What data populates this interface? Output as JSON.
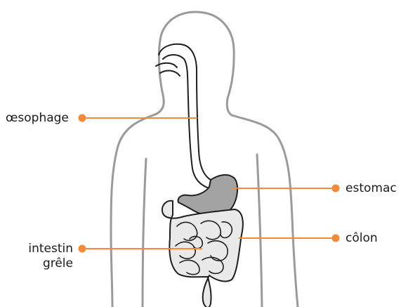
{
  "labels": {
    "oesophage": "œsophage",
    "estomac": "estomac",
    "colon": "côlon",
    "intestin_line1": "intestin",
    "intestin_line2": "grêle"
  },
  "colors": {
    "body_outline": "#9a9a9a",
    "organ_outline": "#1e1e1e",
    "stomach_fill": "#a3a3a3",
    "intestine_fill": "#e9e9e9",
    "leader": "#f08a3c",
    "text": "#1a1a1a"
  }
}
